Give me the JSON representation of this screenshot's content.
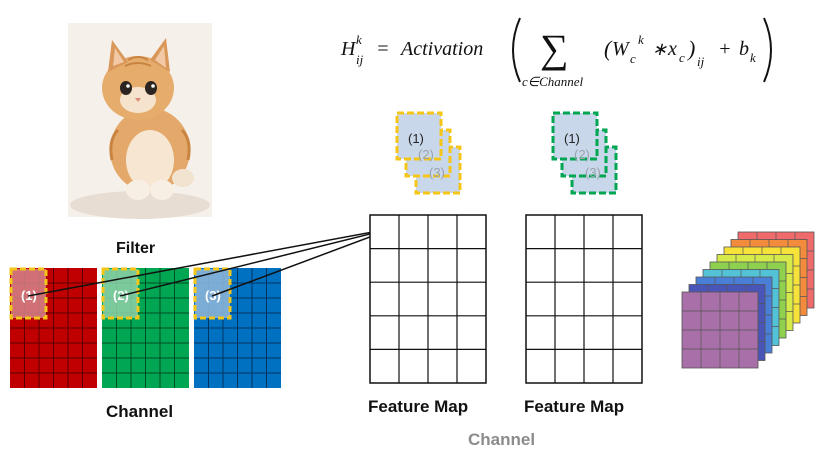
{
  "image": {
    "label": "cat-photo"
  },
  "labels": {
    "filter": "Filter",
    "channel_bottom": "Channel",
    "feature_map_1": "Feature Map",
    "feature_map_2": "Feature Map",
    "channel_gray": "Channel"
  },
  "filter_indices": [
    "(1)",
    "(2)",
    "(3)"
  ],
  "equation": {
    "lhs_base": "H",
    "lhs_sup": "k",
    "lhs_sub": "ij",
    "eq_sign": "=",
    "func": "Activation",
    "sum_symbol": "∑",
    "sum_sub": "c∈Channel",
    "w_base": "W",
    "w_sub": "c",
    "w_sup": "k",
    "op": "∗",
    "x_base": "x",
    "x_sub": "c",
    "paren_sub": "ij",
    "plus": "+",
    "b_base": "b",
    "b_sub": "k"
  },
  "colors": {
    "red_channel": "#c00000",
    "green_channel": "#00a651",
    "blue_channel": "#0070c0",
    "filter_border_yellow": "#f5c518",
    "filter_border_green": "#00a651",
    "filter_fill": "#c9d7ea",
    "gray_text": "#8c8c8c",
    "stack_colors": [
      "#ef6b6b",
      "#f28c3c",
      "#f7e23a",
      "#d6ea4a",
      "#8fd14f",
      "#54c2d6",
      "#4a7fd8",
      "#4a55b8",
      "#a86fa8"
    ]
  }
}
